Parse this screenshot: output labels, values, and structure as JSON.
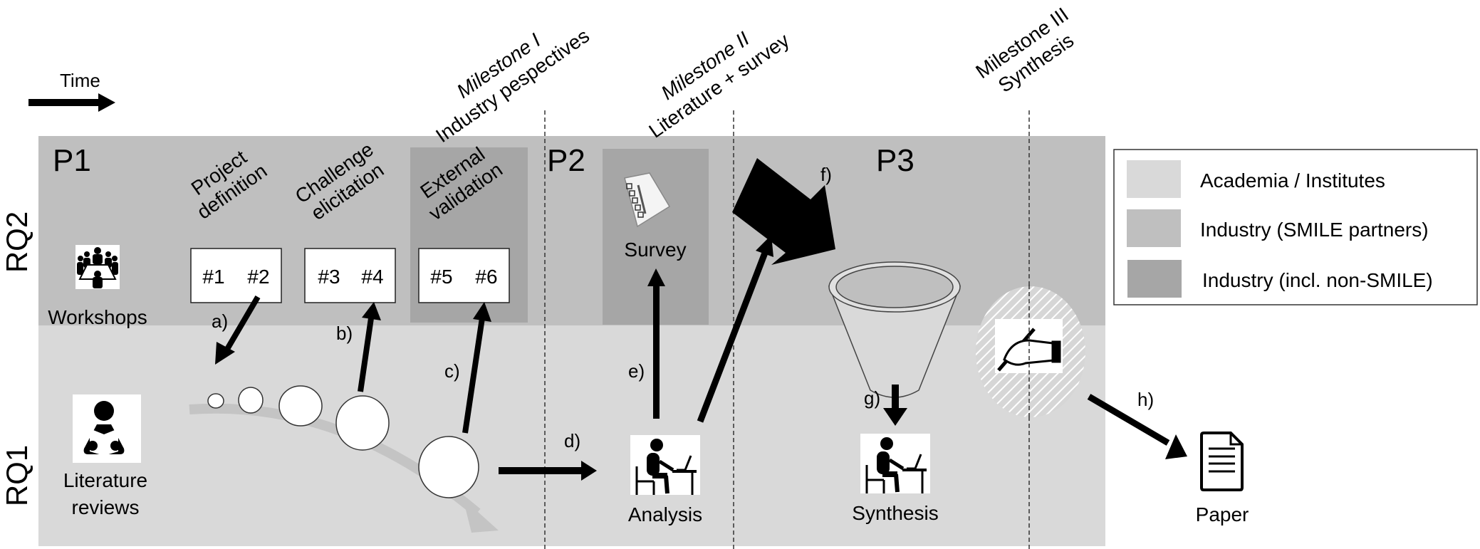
{
  "time_label": "Time",
  "rows": {
    "rq2": "RQ2",
    "rq1": "RQ1"
  },
  "phases": {
    "p1": "P1",
    "p2": "P2",
    "p3": "P3"
  },
  "milestones": [
    {
      "line1": "Milestone I",
      "line2": "Industry pespectives"
    },
    {
      "line1": "Milestone II",
      "line2": "Literature + survey"
    },
    {
      "line1": "Milestone III",
      "line2": "Synthesis"
    }
  ],
  "workshop_stages": [
    {
      "line1": "Project",
      "line2": "definition",
      "ids": [
        "#1",
        "#2"
      ]
    },
    {
      "line1": "Challenge",
      "line2": "elicitation",
      "ids": [
        "#3",
        "#4"
      ]
    },
    {
      "line1": "External",
      "line2": "validation",
      "ids": [
        "#5",
        "#6"
      ]
    }
  ],
  "nodes": {
    "workshops": "Workshops",
    "literature_line1": "Literature",
    "literature_line2": "reviews",
    "survey": "Survey",
    "analysis": "Analysis",
    "synthesis": "Synthesis",
    "paper": "Paper"
  },
  "arrow_labels": {
    "a": "a)",
    "b": "b)",
    "c": "c)",
    "d": "d)",
    "e": "e)",
    "f": "f)",
    "g": "g)",
    "h": "h)"
  },
  "legend": [
    {
      "label": "Academia / Institutes",
      "color": "#d9d9d9"
    },
    {
      "label": "Industry (SMILE partners)",
      "color": "#bfbfbf"
    },
    {
      "label": "Industry (incl. non-SMILE)",
      "color": "#a6a6a6"
    }
  ],
  "colors": {
    "academia": "#d9d9d9",
    "industry": "#bfbfbf",
    "industry_ext": "#a6a6a6",
    "ink": "#000000"
  }
}
